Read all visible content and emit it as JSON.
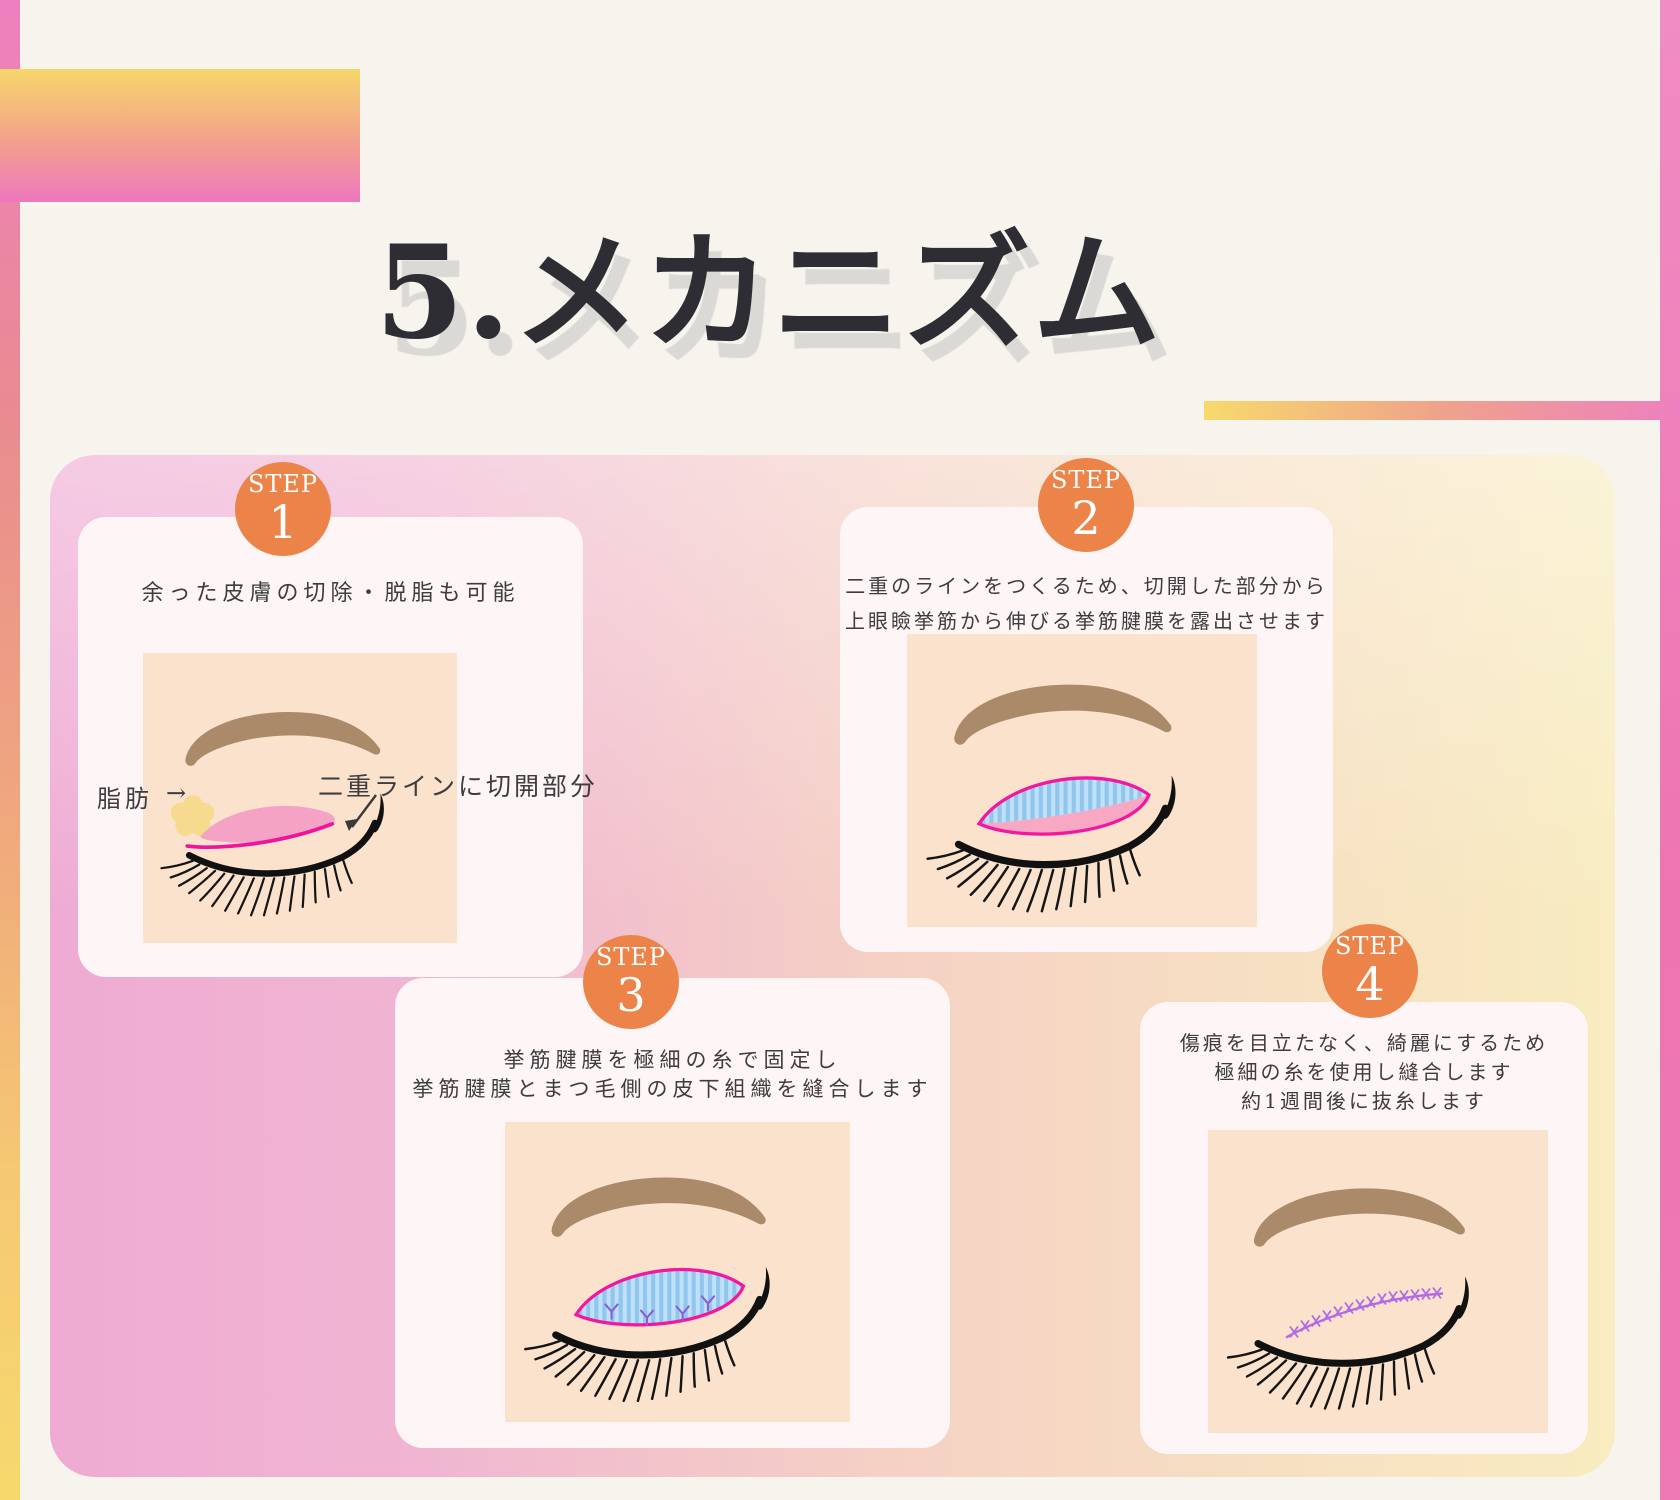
{
  "page": {
    "title": "5.メカニズム",
    "background": "#f7f4ee"
  },
  "steps": [
    {
      "badge": "STEP",
      "number": "1",
      "lines": [
        "余った皮膚の切除・脱脂も可能"
      ],
      "annotations": {
        "fat": "脂肪",
        "fat_arrow": "→",
        "incision": "二重ラインに切開部分"
      }
    },
    {
      "badge": "STEP",
      "number": "2",
      "lines": [
        "二重のラインをつくるため、切開した部分から",
        "上眼瞼挙筋から伸びる挙筋腱膜を露出させます"
      ]
    },
    {
      "badge": "STEP",
      "number": "3",
      "lines": [
        "挙筋腱膜を極細の糸で固定し",
        "挙筋腱膜とまつ毛側の皮下組織を縫合します"
      ]
    },
    {
      "badge": "STEP",
      "number": "4",
      "lines": [
        "傷痕を目立たなく、綺麗にするため",
        "極細の糸を使用し縫合します",
        "約1週間後に抜糸します"
      ]
    }
  ],
  "colors": {
    "step_badge_orange": "#ec8348",
    "card_background": "#fdf5f6",
    "illustration_background": "#fae2cc",
    "panel_gradient_left_pink": "#efabd3",
    "panel_gradient_mid_peach": "#f5d2c4",
    "panel_gradient_right_yellow": "#f8ecc0",
    "accent_pink": "#ee7fc0",
    "accent_yellow": "#f7d76c",
    "magenta_incision_line": "#f0149c",
    "blue_aponeurosis": "#8fc6ee",
    "pink_tissue": "#f8a8c3",
    "yellow_fat": "#f6db8e",
    "purple_suture": "#b26be4",
    "eyebrow_brown": "#aa8a68",
    "body_text": "#3d3d3d",
    "title_text": "#2e2d33"
  }
}
